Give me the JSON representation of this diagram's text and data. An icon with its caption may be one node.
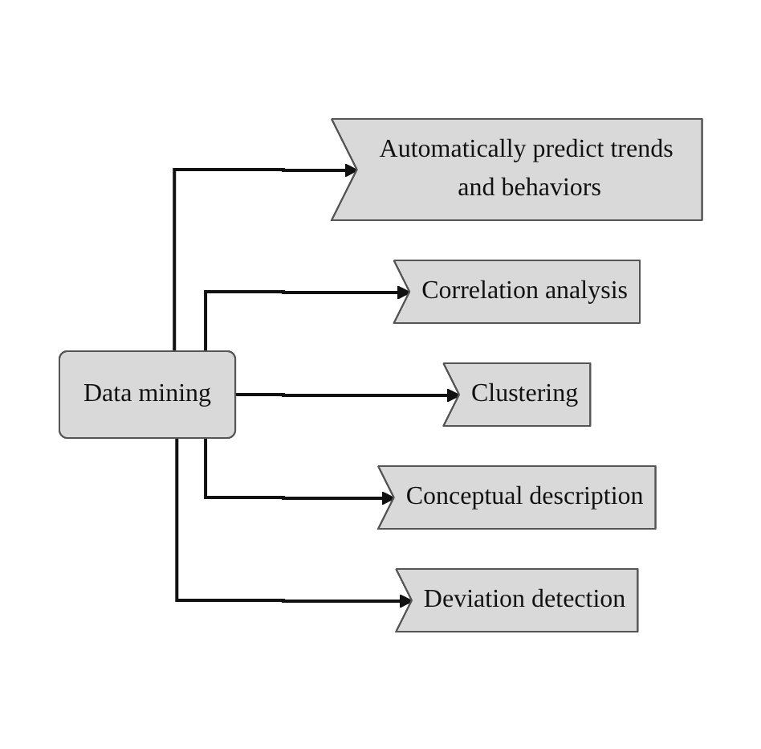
{
  "diagram": {
    "nodes": [
      {
        "text": [
          "Data mining"
        ]
      },
      {
        "text": [
          "Automatically predict trends and behaviors"
        ]
      },
      {
        "text": [
          "Correlation analysis"
        ]
      },
      {
        "text": [
          "Clustering"
        ]
      },
      {
        "text": [
          "Conceptual description"
        ]
      },
      {
        "text": [
          "Deviation detection"
        ]
      }
    ],
    "edges": [
      {
        "from": 0,
        "to": 1,
        "arrow": "to"
      },
      {
        "from": 0,
        "to": 2,
        "arrow": "to"
      },
      {
        "from": 0,
        "to": 3,
        "arrow": "to"
      },
      {
        "from": 0,
        "to": 4,
        "arrow": "to"
      },
      {
        "from": 0,
        "to": 5,
        "arrow": "to"
      }
    ]
  }
}
